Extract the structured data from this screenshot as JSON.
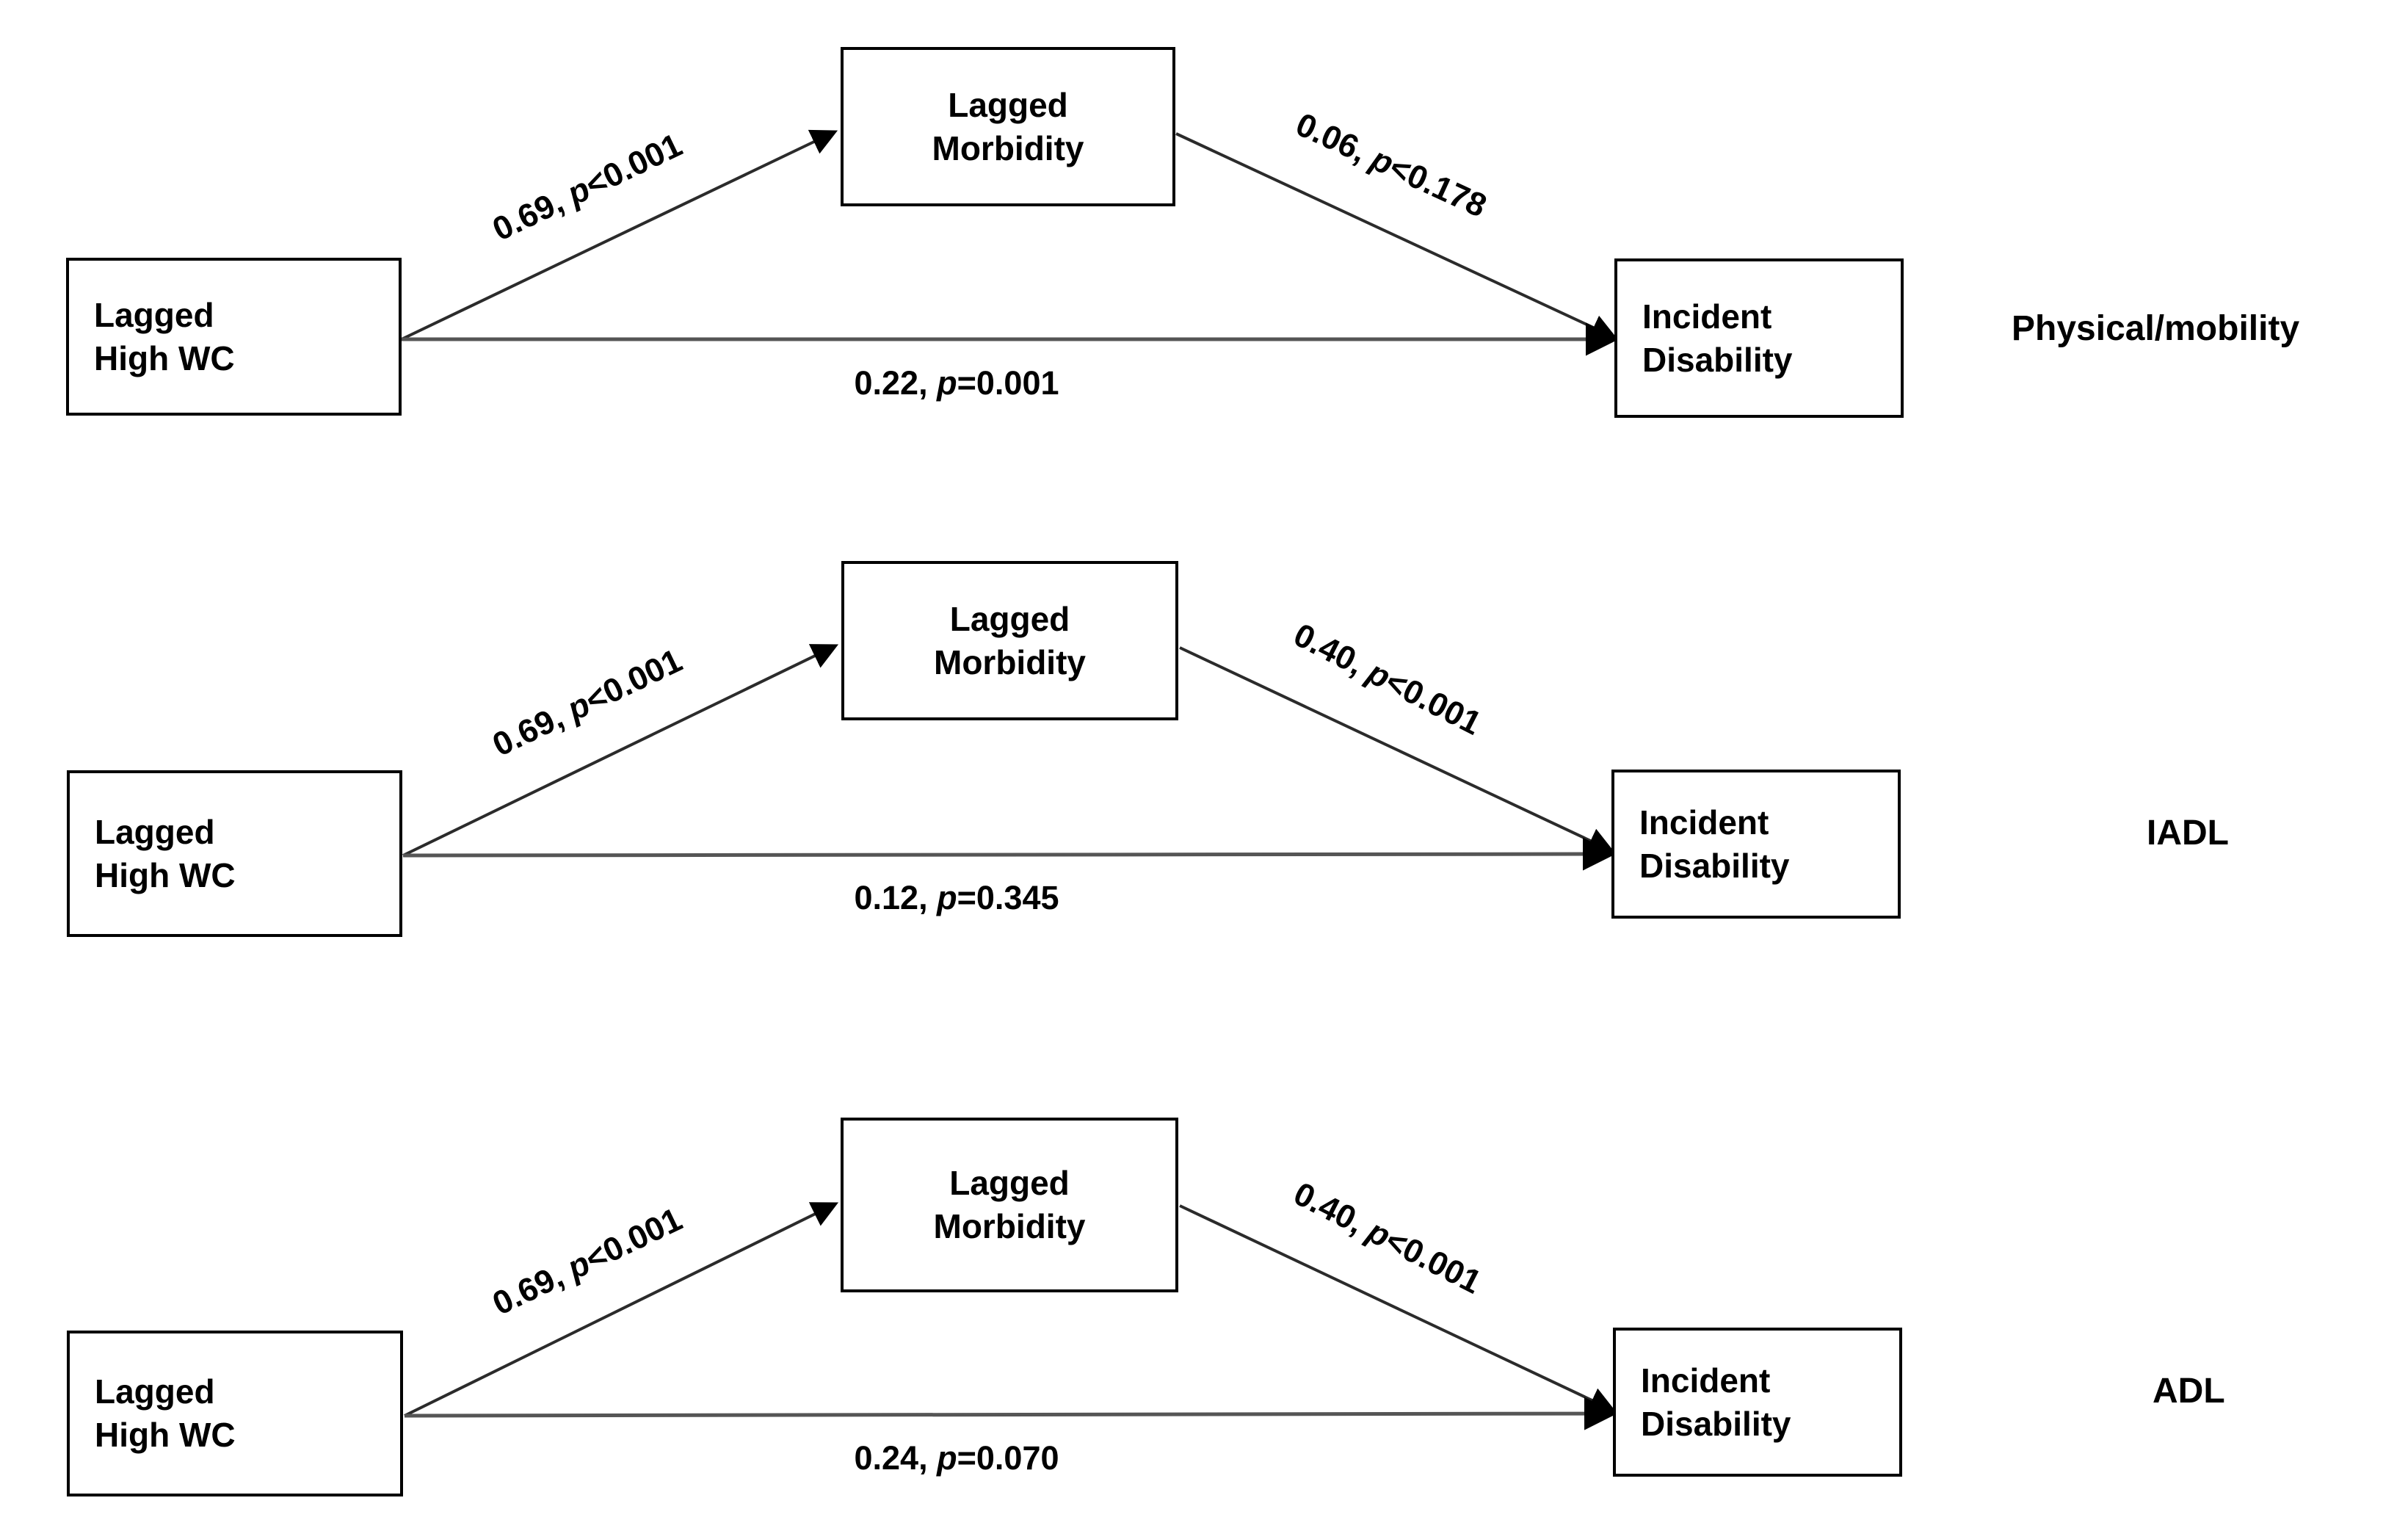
{
  "figure": {
    "type": "mediation-path-diagram",
    "panel_count": 3,
    "node_labels": {
      "predictor_line1": "Lagged",
      "predictor_line2": "High WC",
      "mediator_line1": "Lagged",
      "mediator_line2": "Morbidity",
      "outcome_line1": "Incident",
      "outcome_line2": "Disability"
    },
    "colors": {
      "box_border": "#000000",
      "arrow": "#000000",
      "text": "#000000",
      "background": "#ffffff"
    }
  },
  "panels": [
    {
      "id": "physical-mobility",
      "outcome_label": "Physical/mobility",
      "predictor": {
        "line1": "Lagged",
        "line2": "High WC"
      },
      "mediator": {
        "line1": "Lagged",
        "line2": "Morbidity"
      },
      "outcome": {
        "line1": "Incident",
        "line2": "Disability"
      },
      "paths": {
        "a": {
          "coef": "0.69",
          "p_op": "<",
          "p_val": "0.001",
          "p_prefix": ", ",
          "full": "0.69, p<0.001"
        },
        "b": {
          "coef": "0.06",
          "p_op": "<",
          "p_val": "0.178",
          "p_prefix": ", ",
          "full": "0.06, p<0.178"
        },
        "c": {
          "coef": "0.22",
          "p_op": "=",
          "p_val": "0.001",
          "p_prefix": ", ",
          "full": "0.22, p=0.001"
        }
      }
    },
    {
      "id": "iadl",
      "outcome_label": "IADL",
      "predictor": {
        "line1": "Lagged",
        "line2": "High WC"
      },
      "mediator": {
        "line1": "Lagged",
        "line2": "Morbidity"
      },
      "outcome": {
        "line1": "Incident",
        "line2": "Disability"
      },
      "paths": {
        "a": {
          "coef": "0.69",
          "p_op": "<",
          "p_val": "0.001",
          "p_prefix": ", ",
          "full": "0.69, p<0.001"
        },
        "b": {
          "coef": "0.40",
          "p_op": "<",
          "p_val": "0.001",
          "p_prefix": ", ",
          "full": "0.40, p<0.001"
        },
        "c": {
          "coef": "0.12",
          "p_op": "=",
          "p_val": "0.345",
          "p_prefix": ", ",
          "full": "0.12, p=0.345"
        }
      }
    },
    {
      "id": "adl",
      "outcome_label": "ADL",
      "predictor": {
        "line1": "Lagged",
        "line2": "High WC"
      },
      "mediator": {
        "line1": "Lagged",
        "line2": "Morbidity"
      },
      "outcome": {
        "line1": "Incident",
        "line2": "Disability"
      },
      "paths": {
        "a": {
          "coef": "0.69",
          "p_op": "<",
          "p_val": "0.001",
          "p_prefix": ", ",
          "full": "0.69, p<0.001"
        },
        "b": {
          "coef": "0.40",
          "p_op": "<",
          "p_val": "0.001",
          "p_prefix": ", ",
          "full": "0.40, p<0.001"
        },
        "c": {
          "coef": "0.24",
          "p_op": "=",
          "p_val": "0.070",
          "p_prefix": ", ",
          "full": "0.24, p=0.070"
        }
      }
    }
  ]
}
